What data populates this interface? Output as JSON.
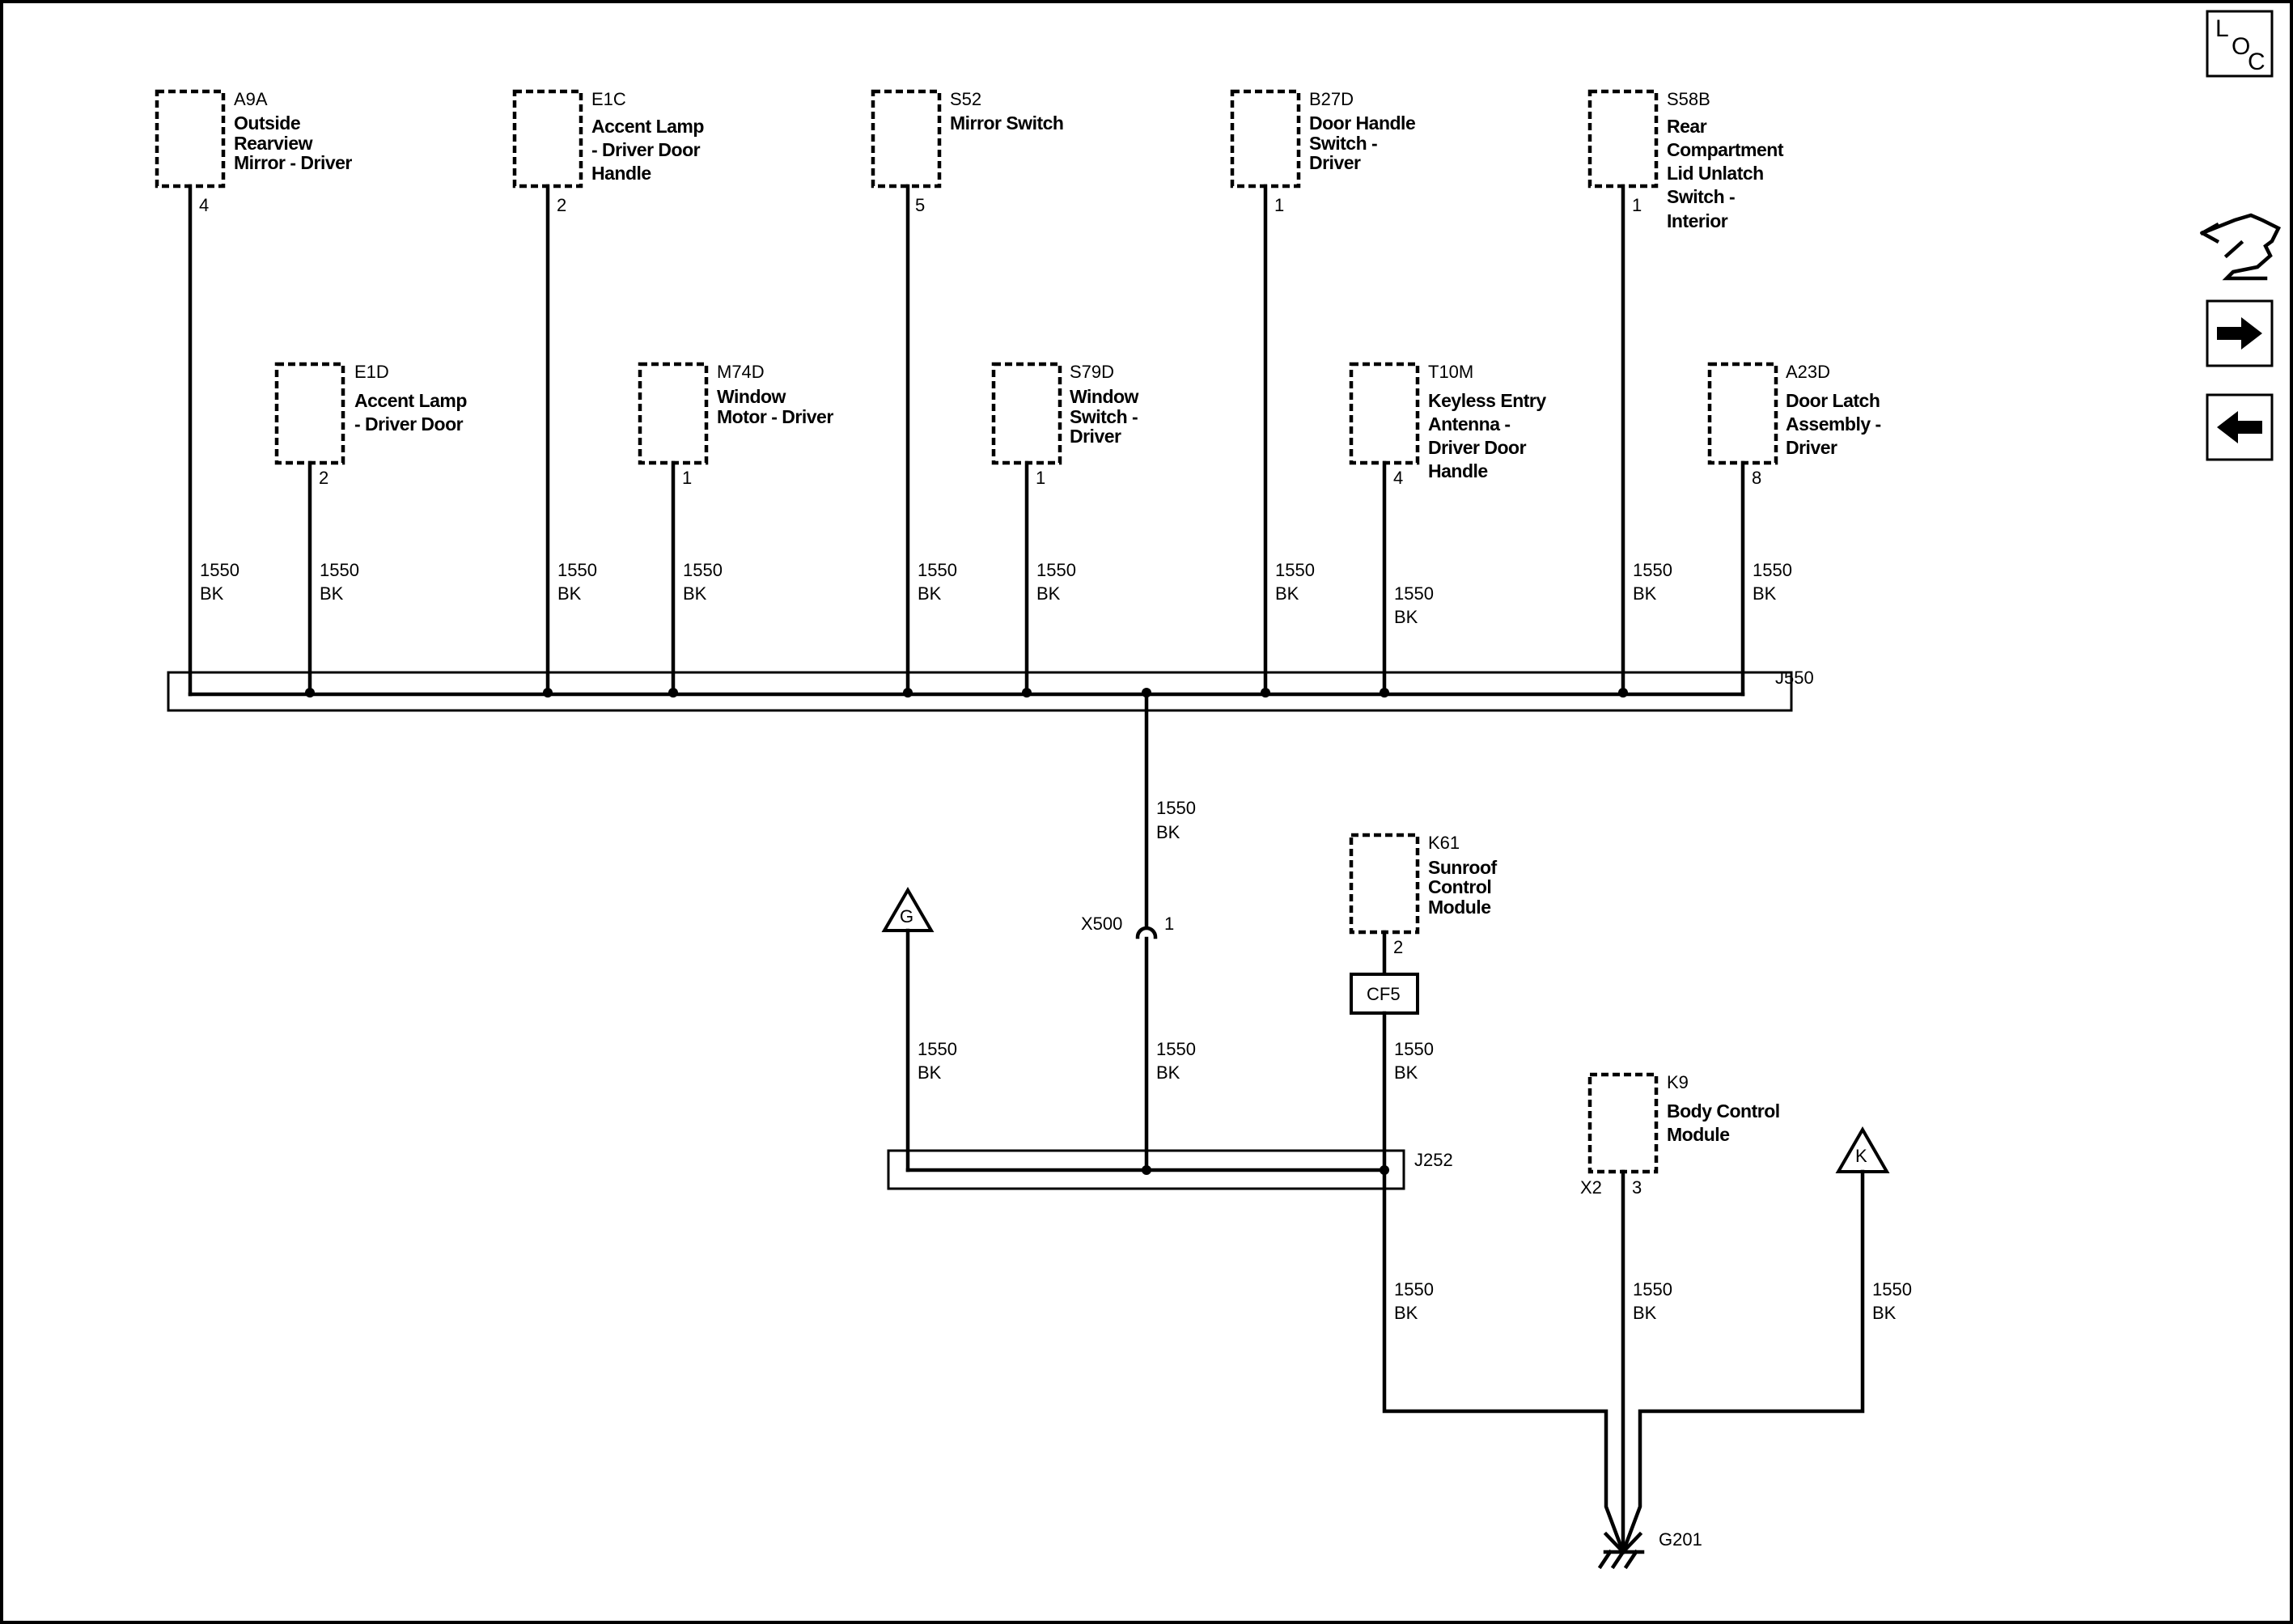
{
  "title_icons": {
    "loc": {
      "letters": [
        "L",
        "O",
        "C"
      ]
    },
    "nav_icons": [
      "harness-connector-icon",
      "arrow-right-icon",
      "arrow-left-icon"
    ]
  },
  "components": [
    {
      "id": "A9A",
      "name_lines": [
        "Outside",
        "Rearview",
        "Mirror - Driver"
      ],
      "pin": "4",
      "wire_num": "1550",
      "wire_color": "BK"
    },
    {
      "id": "E1C",
      "name_lines": [
        "Accent Lamp",
        "- Driver Door",
        "Handle"
      ],
      "pin": "2",
      "wire_num": "1550",
      "wire_color": "BK"
    },
    {
      "id": "S52",
      "name_lines": [
        "Mirror Switch"
      ],
      "pin": "5",
      "wire_num": "1550",
      "wire_color": "BK"
    },
    {
      "id": "B27D",
      "name_lines": [
        "Door Handle",
        "Switch -",
        "Driver"
      ],
      "pin": "1",
      "wire_num": "1550",
      "wire_color": "BK"
    },
    {
      "id": "S58B",
      "name_lines": [
        "Rear",
        "Compartment",
        "Lid Unlatch",
        "Switch -",
        "Interior"
      ],
      "pin": "1",
      "wire_num": "1550",
      "wire_color": "BK"
    },
    {
      "id": "E1D",
      "name_lines": [
        "Accent Lamp",
        "- Driver Door"
      ],
      "pin": "2",
      "wire_num": "1550",
      "wire_color": "BK"
    },
    {
      "id": "M74D",
      "name_lines": [
        "Window",
        "Motor - Driver"
      ],
      "pin": "1",
      "wire_num": "1550",
      "wire_color": "BK"
    },
    {
      "id": "S79D",
      "name_lines": [
        "Window",
        "Switch -",
        "Driver"
      ],
      "pin": "1",
      "wire_num": "1550",
      "wire_color": "BK"
    },
    {
      "id": "T10M",
      "name_lines": [
        "Keyless Entry",
        "Antenna -",
        "Driver Door",
        "Handle"
      ],
      "pin": "4",
      "wire_num": "1550",
      "wire_color": "BK"
    },
    {
      "id": "A23D",
      "name_lines": [
        "Door Latch",
        "Assembly -",
        "Driver"
      ],
      "pin": "8",
      "wire_num": "1550",
      "wire_color": "BK"
    },
    {
      "id": "K61",
      "name_lines": [
        "Sunroof",
        "Control",
        "Module"
      ],
      "pin": "2",
      "wire_num": "1550",
      "wire_color": "BK"
    },
    {
      "id": "K9",
      "name_lines": [
        "Body Control",
        "Module"
      ],
      "pin": "3",
      "connector": "X2",
      "wire_num": "1550",
      "wire_color": "BK"
    }
  ],
  "splices": {
    "j550": "J550",
    "j252": "J252"
  },
  "trunk_wire": {
    "num": "1550",
    "color": "BK"
  },
  "inline_connector": {
    "id": "X500",
    "pin": "1"
  },
  "fuse_block": {
    "label": "CF5"
  },
  "offpage": {
    "g": "G",
    "k": "K"
  },
  "wire_segments": {
    "g_wire": {
      "num": "1550",
      "color": "BK"
    },
    "x500_below": {
      "num": "1550",
      "color": "BK"
    },
    "cf5_below": {
      "num": "1550",
      "color": "BK"
    },
    "ground_left": {
      "num": "1550",
      "color": "BK"
    },
    "ground_mid": {
      "num": "1550",
      "color": "BK"
    },
    "ground_right": {
      "num": "1550",
      "color": "BK"
    }
  },
  "ground": {
    "id": "G201"
  }
}
